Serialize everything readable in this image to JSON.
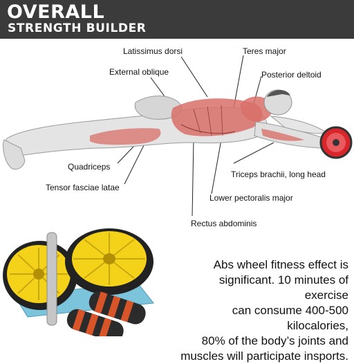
{
  "header": {
    "title": "OVERALL",
    "subtitle": "STRENGTH BUILDER"
  },
  "muscle_labels": {
    "latissimus_dorsi": "Latissimus dorsi",
    "teres_major": "Teres major",
    "external_oblique": "External oblique",
    "posterior_deltoid": "Posterior deltoid",
    "quadriceps": "Quadriceps",
    "triceps_brachii": "Triceps brachii, long head",
    "tensor_fasciae_latae": "Tensor fasciae latae",
    "lower_pectoralis_major": "Lower pectoralis major",
    "rectus_abdominis": "Rectus abdominis"
  },
  "description": {
    "line1": "Abs wheel fitness effect is",
    "line2": "significant. 10 minutes of exercise",
    "line3": "can consume 400-500 kilocalories,",
    "line4": "80% of the body’s joints and",
    "line5": "muscles will participate insports."
  },
  "colors": {
    "header_bg": "#3b3b3b",
    "muscle_highlight": "#d9706a",
    "wheel_yellow": "#f5d21a",
    "wheel_red": "#d8262b",
    "mat_blue": "#7cc3dc",
    "handle_grip": "#d8552a"
  }
}
